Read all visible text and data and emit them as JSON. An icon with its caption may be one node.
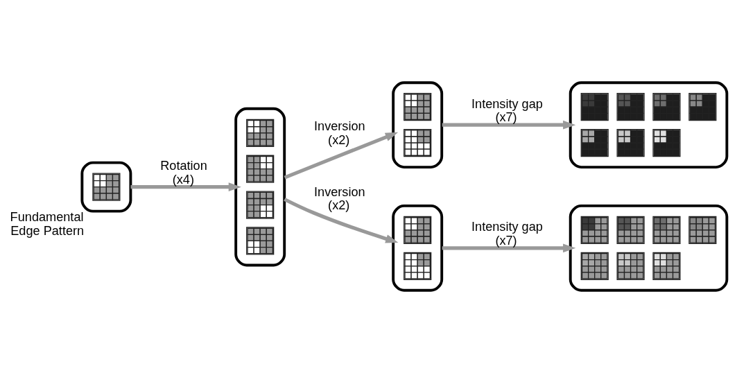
{
  "diagram": {
    "nodes": [
      {
        "text": [],
        "shape": "box",
        "beside": [
          "Fundamental Edge Pattern"
        ]
      },
      {
        "text": [],
        "shape": "box"
      },
      {
        "text": [],
        "shape": "box"
      },
      {
        "text": [],
        "shape": "box"
      },
      {
        "text": [],
        "shape": "box"
      },
      {
        "text": [],
        "shape": "box"
      }
    ],
    "edges": [
      {
        "from": 0,
        "to": 1,
        "arrow": "to",
        "label": "Rotation (x4)"
      },
      {
        "from": 1,
        "to": 2,
        "arrow": "to",
        "label": "Inversion (x2)"
      },
      {
        "from": 1,
        "to": 3,
        "arrow": "to",
        "label": "Inversion (x2)"
      },
      {
        "from": 2,
        "to": 4,
        "arrow": "to",
        "label": "Intensity gap (x7)"
      },
      {
        "from": 3,
        "to": 5,
        "arrow": "to",
        "label": "Intensity gap (x7)"
      }
    ]
  }
}
